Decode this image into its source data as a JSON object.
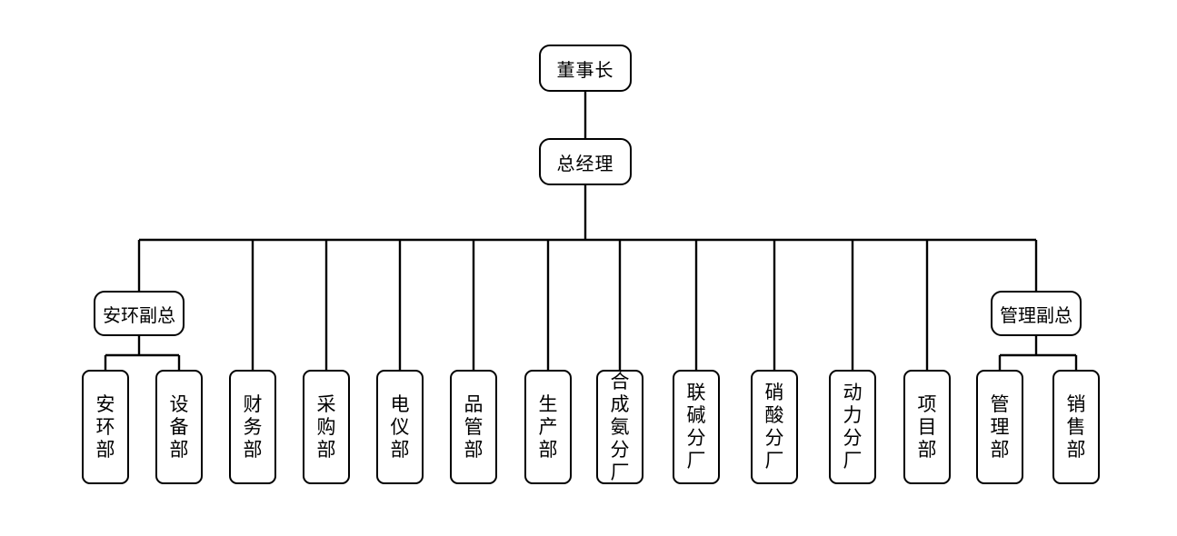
{
  "org": {
    "chairman": {
      "label": "董事长"
    },
    "general_manager": {
      "label": "总经理"
    },
    "safety_vp": {
      "label": "安环副总",
      "children": [
        {
          "label": "安环部"
        },
        {
          "label": "设备部"
        }
      ]
    },
    "management_vp": {
      "label": "管理副总",
      "children": [
        {
          "label": "管理部"
        },
        {
          "label": "销售部"
        }
      ]
    },
    "departments": [
      {
        "label": "财务部"
      },
      {
        "label": "采购部"
      },
      {
        "label": "电仪部"
      },
      {
        "label": "品管部"
      },
      {
        "label": "生产部"
      },
      {
        "label": "合成氨分厂"
      },
      {
        "label": "联碱分厂"
      },
      {
        "label": "硝酸分厂"
      },
      {
        "label": "动力分厂"
      },
      {
        "label": "项目部"
      }
    ],
    "colors": {
      "line": "#000000",
      "box_border": "#000000",
      "box_fill": "#ffffff",
      "text": "#000000",
      "background": "#ffffff"
    }
  }
}
